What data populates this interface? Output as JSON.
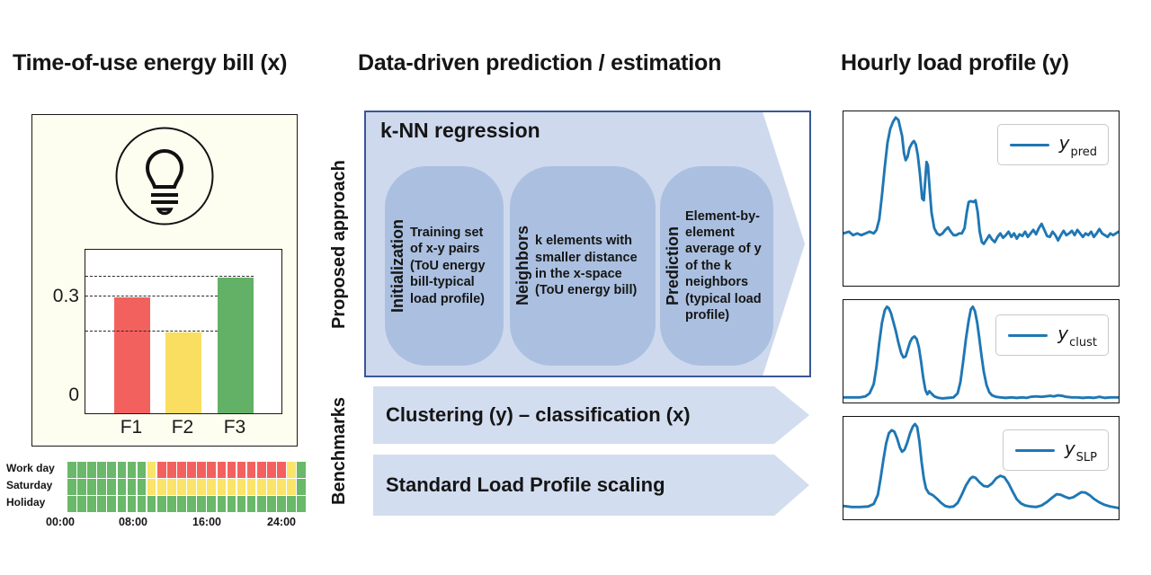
{
  "titles": {
    "left": "Time-of-use energy bill (x)",
    "middle": "Data-driven prediction / estimation",
    "right": "Hourly load profile (y)"
  },
  "middle": {
    "proposed_label": "Proposed approach",
    "benchmarks_label": "Benchmarks",
    "knn_title": "k-NN regression",
    "steps": [
      {
        "label": "Initialization",
        "text": "Training set of x-y pairs (ToU energy bill-typical load profile)"
      },
      {
        "label": "Neighbors",
        "text": "k elements with smaller distance in the x-space (ToU energy bill)"
      },
      {
        "label": "Prediction",
        "text": "Element-by-element average of y of the k neighbors (typical load profile)"
      }
    ],
    "benchmarks": [
      {
        "label": "Clustering (y) – classification (x)"
      },
      {
        "label": "Standard Load Profile scaling"
      }
    ]
  },
  "colors": {
    "line_blue": "#1f77b4",
    "arrow_light_blue": "#cfd9ee",
    "step_blue": "#abc0e0",
    "border_blue": "#3a5795",
    "peak_red": "#f2615e",
    "mid_yellow": "#fade62",
    "offpeak_green": "#63b166",
    "panel_ivory": "#fefef0"
  },
  "chart_data": [
    {
      "id": "tou_bar",
      "type": "bar",
      "title": "",
      "xlabel": "",
      "ylabel": "",
      "categories": [
        "F1",
        "F2",
        "F3"
      ],
      "values": [
        0.3,
        0.21,
        0.35
      ],
      "bar_colors": [
        "#f2615e",
        "#fade62",
        "#63b166"
      ],
      "ylim": [
        0,
        0.42
      ],
      "yticks": [
        {
          "label": "0",
          "value": 0
        },
        {
          "label": "0.3",
          "value": 0.3
        }
      ],
      "dashed_guides_at_bar_tops": true,
      "grid": false
    },
    {
      "id": "tou_calendar",
      "type": "heatmap",
      "title": "",
      "row_labels": [
        "Work day",
        "Saturday",
        "Holiday"
      ],
      "x_tick_labels": [
        "00:00",
        "08:00",
        "16:00",
        "24:00"
      ],
      "hours": 24,
      "cell_colors": {
        "g": "#6ab869",
        "y": "#fae469",
        "r": "#f2615e"
      },
      "rows": [
        [
          "g",
          "g",
          "g",
          "g",
          "g",
          "g",
          "g",
          "g",
          "y",
          "r",
          "r",
          "r",
          "r",
          "r",
          "r",
          "r",
          "r",
          "r",
          "r",
          "r",
          "r",
          "r",
          "y",
          "g"
        ],
        [
          "g",
          "g",
          "g",
          "g",
          "g",
          "g",
          "g",
          "g",
          "y",
          "y",
          "y",
          "y",
          "y",
          "y",
          "y",
          "y",
          "y",
          "y",
          "y",
          "y",
          "y",
          "y",
          "y",
          "g"
        ],
        [
          "g",
          "g",
          "g",
          "g",
          "g",
          "g",
          "g",
          "g",
          "g",
          "g",
          "g",
          "g",
          "g",
          "g",
          "g",
          "g",
          "g",
          "g",
          "g",
          "g",
          "g",
          "g",
          "g",
          "g"
        ]
      ]
    },
    {
      "id": "y_pred",
      "type": "line",
      "legend": {
        "main": "y",
        "sub": "pred"
      },
      "color": "#1f77b4",
      "axes_hidden": true,
      "points": [
        [
          0,
          30
        ],
        [
          2,
          31
        ],
        [
          3.5,
          29
        ],
        [
          5,
          30
        ],
        [
          6.5,
          29
        ],
        [
          8,
          30
        ],
        [
          9.5,
          31
        ],
        [
          11,
          30
        ],
        [
          12,
          32
        ],
        [
          13,
          38
        ],
        [
          14,
          52
        ],
        [
          15,
          68
        ],
        [
          16,
          82
        ],
        [
          17,
          90
        ],
        [
          18,
          94
        ],
        [
          19,
          96.5
        ],
        [
          20,
          95
        ],
        [
          20.7,
          90
        ],
        [
          21.3,
          86
        ],
        [
          22,
          76
        ],
        [
          22.6,
          72
        ],
        [
          23.3,
          74
        ],
        [
          24,
          79
        ],
        [
          25,
          82
        ],
        [
          25.6,
          83
        ],
        [
          26.3,
          81
        ],
        [
          27,
          75
        ],
        [
          27.8,
          64
        ],
        [
          28.6,
          50
        ],
        [
          29.2,
          49
        ],
        [
          29.7,
          60
        ],
        [
          30.2,
          71
        ],
        [
          30.7,
          69
        ],
        [
          31.3,
          56
        ],
        [
          32,
          42
        ],
        [
          33,
          33
        ],
        [
          34,
          30
        ],
        [
          35,
          29
        ],
        [
          36,
          30
        ],
        [
          37,
          32
        ],
        [
          38,
          33.5
        ],
        [
          39,
          31
        ],
        [
          40,
          29
        ],
        [
          41,
          29
        ],
        [
          42,
          30
        ],
        [
          43,
          30
        ],
        [
          44,
          33
        ],
        [
          44.8,
          42
        ],
        [
          45.5,
          48
        ],
        [
          46.3,
          48.5
        ],
        [
          47.2,
          48
        ],
        [
          48,
          49
        ],
        [
          48.8,
          42
        ],
        [
          49.5,
          31
        ],
        [
          50.3,
          25
        ],
        [
          51,
          24
        ],
        [
          52,
          26.5
        ],
        [
          53,
          29
        ],
        [
          54,
          26.5
        ],
        [
          55,
          25
        ],
        [
          56,
          28
        ],
        [
          57,
          30
        ],
        [
          58,
          27.5
        ],
        [
          59,
          29
        ],
        [
          60,
          31
        ],
        [
          61,
          28
        ],
        [
          62,
          30
        ],
        [
          63,
          27
        ],
        [
          64,
          29.5
        ],
        [
          65,
          28.5
        ],
        [
          66,
          31
        ],
        [
          67,
          28
        ],
        [
          68,
          30
        ],
        [
          69,
          32
        ],
        [
          70,
          29.5
        ],
        [
          71,
          33
        ],
        [
          72,
          35.5
        ],
        [
          73,
          32
        ],
        [
          74,
          28.5
        ],
        [
          75,
          28
        ],
        [
          76,
          31
        ],
        [
          77,
          29
        ],
        [
          78,
          26
        ],
        [
          79,
          29
        ],
        [
          80,
          31.5
        ],
        [
          81,
          29
        ],
        [
          82,
          30
        ],
        [
          83,
          31.5
        ],
        [
          84,
          29
        ],
        [
          85,
          32
        ],
        [
          86,
          30
        ],
        [
          87,
          28
        ],
        [
          88,
          30
        ],
        [
          89,
          29
        ],
        [
          90,
          31
        ],
        [
          91,
          28
        ],
        [
          92,
          30
        ],
        [
          93,
          32.5
        ],
        [
          94,
          30
        ],
        [
          95,
          29
        ],
        [
          96,
          28
        ],
        [
          97,
          30
        ],
        [
          98,
          29
        ],
        [
          100,
          31
        ]
      ]
    },
    {
      "id": "y_clust",
      "type": "line",
      "legend": {
        "main": "y",
        "sub": "clust"
      },
      "color": "#1f77b4",
      "axes_hidden": true,
      "points": [
        [
          0,
          5
        ],
        [
          3,
          5
        ],
        [
          6,
          5
        ],
        [
          8,
          6
        ],
        [
          9.5,
          9
        ],
        [
          11,
          18
        ],
        [
          12,
          35
        ],
        [
          13,
          58
        ],
        [
          14,
          78
        ],
        [
          15,
          90
        ],
        [
          15.8,
          93.5
        ],
        [
          16.5,
          92
        ],
        [
          17.3,
          87
        ],
        [
          18,
          80
        ],
        [
          19,
          70
        ],
        [
          20,
          58
        ],
        [
          21,
          48
        ],
        [
          21.8,
          44
        ],
        [
          22.6,
          45
        ],
        [
          23.4,
          52
        ],
        [
          24.2,
          59
        ],
        [
          25,
          63
        ],
        [
          25.8,
          64.5
        ],
        [
          26.6,
          62
        ],
        [
          27.4,
          54
        ],
        [
          28.2,
          40
        ],
        [
          29,
          24
        ],
        [
          29.8,
          12
        ],
        [
          30.5,
          8
        ],
        [
          31.2,
          11
        ],
        [
          31.9,
          9
        ],
        [
          33,
          6
        ],
        [
          34.5,
          4.5
        ],
        [
          36,
          4
        ],
        [
          38,
          4.5
        ],
        [
          40,
          5
        ],
        [
          41.5,
          9
        ],
        [
          42.5,
          20
        ],
        [
          43.5,
          40
        ],
        [
          44.5,
          62
        ],
        [
          45.5,
          80
        ],
        [
          46.3,
          91
        ],
        [
          47,
          93.5
        ],
        [
          47.8,
          89
        ],
        [
          48.6,
          78
        ],
        [
          49.4,
          62
        ],
        [
          50.2,
          45
        ],
        [
          51,
          30
        ],
        [
          52,
          17
        ],
        [
          53,
          10
        ],
        [
          54,
          7
        ],
        [
          55.5,
          5.5
        ],
        [
          57,
          5
        ],
        [
          59,
          4.5
        ],
        [
          61,
          5
        ],
        [
          63,
          4.5
        ],
        [
          65,
          5
        ],
        [
          66.5,
          4.5
        ],
        [
          68,
          5.5
        ],
        [
          70,
          6
        ],
        [
          72,
          5.5
        ],
        [
          73.5,
          6
        ],
        [
          75,
          6.5
        ],
        [
          76.5,
          6
        ],
        [
          78,
          7
        ],
        [
          79.5,
          6.5
        ],
        [
          81,
          5.5
        ],
        [
          83,
          5
        ],
        [
          85,
          5
        ],
        [
          87,
          4.5
        ],
        [
          89,
          5
        ],
        [
          91,
          4.5
        ],
        [
          93,
          5.5
        ],
        [
          95,
          4.5
        ],
        [
          97,
          5
        ],
        [
          100,
          5
        ]
      ]
    },
    {
      "id": "y_SLP",
      "type": "line",
      "legend": {
        "main": "y",
        "sub": "SLP"
      },
      "color": "#1f77b4",
      "axes_hidden": true,
      "points": [
        [
          0,
          13
        ],
        [
          3,
          12
        ],
        [
          6,
          12
        ],
        [
          9,
          12.5
        ],
        [
          11,
          15
        ],
        [
          12.5,
          24
        ],
        [
          13.5,
          40
        ],
        [
          14.5,
          58
        ],
        [
          15.5,
          74
        ],
        [
          16.5,
          84
        ],
        [
          17.5,
          87
        ],
        [
          18.5,
          85.5
        ],
        [
          19.5,
          79
        ],
        [
          20.5,
          70
        ],
        [
          21.3,
          66
        ],
        [
          22.2,
          68
        ],
        [
          23.2,
          75
        ],
        [
          24.2,
          84
        ],
        [
          25.2,
          90.5
        ],
        [
          26,
          93
        ],
        [
          26.8,
          90
        ],
        [
          27.6,
          76
        ],
        [
          28.4,
          56
        ],
        [
          29.2,
          40
        ],
        [
          30,
          30
        ],
        [
          31,
          25.5
        ],
        [
          32.5,
          23.5
        ],
        [
          34,
          20
        ],
        [
          35.5,
          16
        ],
        [
          37,
          13
        ],
        [
          38.5,
          12
        ],
        [
          40,
          12.5
        ],
        [
          41.5,
          16
        ],
        [
          43,
          24
        ],
        [
          44.5,
          33
        ],
        [
          46,
          39.5
        ],
        [
          47,
          41.5
        ],
        [
          48,
          40.5
        ],
        [
          49.5,
          36
        ],
        [
          51,
          32.5
        ],
        [
          52.5,
          32
        ],
        [
          54,
          35
        ],
        [
          55.5,
          40
        ],
        [
          57,
          42.5
        ],
        [
          58.5,
          41
        ],
        [
          60,
          35
        ],
        [
          61.5,
          27
        ],
        [
          63,
          19.5
        ],
        [
          64.5,
          15.5
        ],
        [
          66,
          13.5
        ],
        [
          68,
          12.5
        ],
        [
          70,
          12
        ],
        [
          72,
          13.5
        ],
        [
          74,
          17
        ],
        [
          76,
          21.5
        ],
        [
          77.5,
          24.5
        ],
        [
          79,
          24
        ],
        [
          80.5,
          22
        ],
        [
          82,
          20.5
        ],
        [
          83.5,
          21.5
        ],
        [
          85,
          24
        ],
        [
          86.5,
          26.5
        ],
        [
          88,
          26
        ],
        [
          89.5,
          23.5
        ],
        [
          91,
          20
        ],
        [
          93,
          16.5
        ],
        [
          95,
          14
        ],
        [
          97,
          12.5
        ],
        [
          100,
          11
        ]
      ]
    }
  ]
}
